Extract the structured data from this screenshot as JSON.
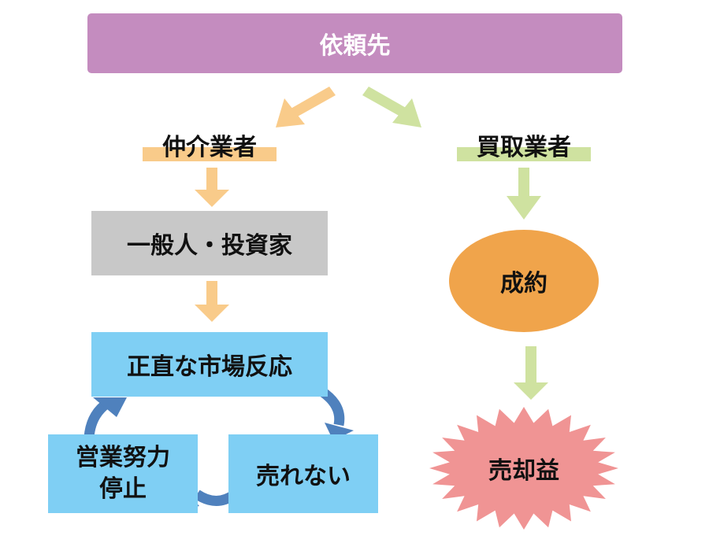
{
  "diagram": {
    "top": {
      "label": "依頼先",
      "color": "#c48cbf"
    },
    "left_branch": {
      "title": "仲介業者",
      "highlight_color": "#f9cb8a",
      "step1": "一般人・投資家",
      "cycle": {
        "market": "正直な市場反応",
        "unsold": "売れない",
        "stop": "営業努力\n停止",
        "stop_line1": "営業努力",
        "stop_line2": "停止",
        "color": "#7fcff4",
        "arrow_color": "#4f81bd"
      }
    },
    "right_branch": {
      "title": "買取業者",
      "highlight_color": "#cfe2a0",
      "deal": "成約",
      "deal_color": "#f0a44b",
      "profit": "売却益",
      "profit_color": "#f09494"
    }
  }
}
